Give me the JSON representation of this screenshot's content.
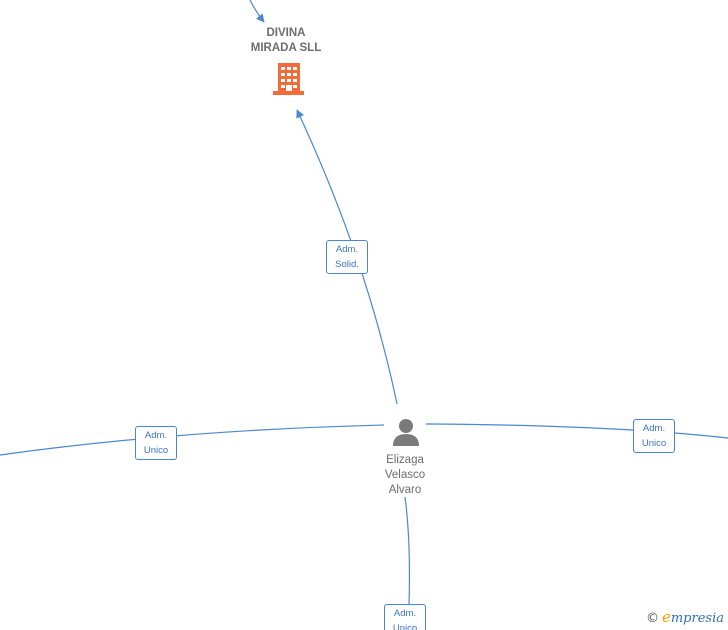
{
  "company": {
    "name_lines": [
      "DIVINA",
      "MIRADA  SLL"
    ],
    "icon": "building-icon",
    "icon_color": "#f26b38"
  },
  "person": {
    "name_lines": [
      "Elizaga",
      "Velasco",
      "Alvaro"
    ],
    "icon": "person-icon",
    "icon_color": "#7a7a7a"
  },
  "edges": [
    {
      "id": "top",
      "role_lines": [
        "Adm.",
        "Solid."
      ]
    },
    {
      "id": "left",
      "role_lines": [
        "Adm.",
        "Unico"
      ]
    },
    {
      "id": "right",
      "role_lines": [
        "Adm.",
        "Unico"
      ]
    },
    {
      "id": "bottom",
      "role_lines": [
        "Adm.",
        "Unico"
      ]
    }
  ],
  "colors": {
    "edge": "#4a86d4",
    "edge_text": "#3a74c4"
  },
  "watermark": {
    "copyright": "©",
    "brand_initial": "e",
    "brand_rest": "mpresia"
  }
}
